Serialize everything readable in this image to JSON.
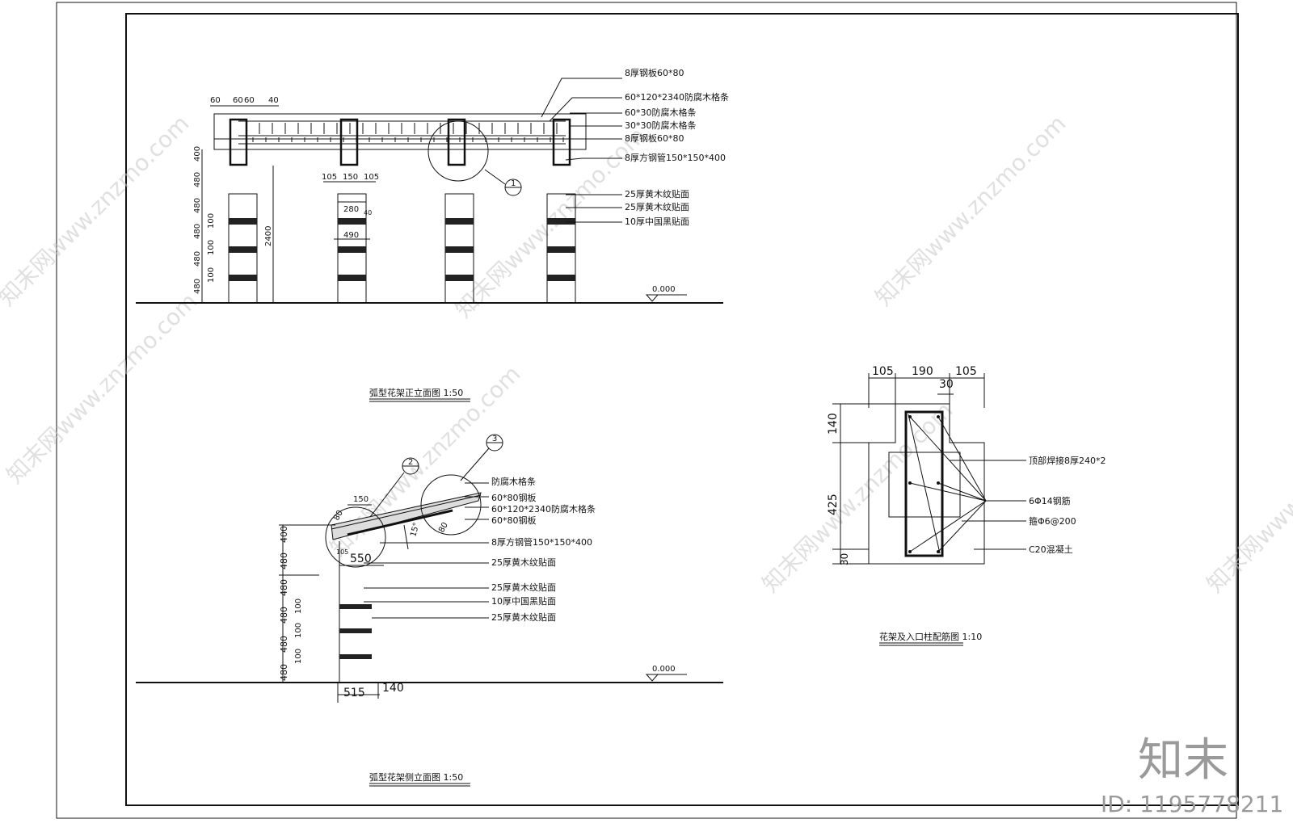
{
  "watermark": {
    "text": "知末网www.znzmo.com",
    "brand_logo": "知末",
    "id_label": "ID: 1195778211"
  },
  "front_view": {
    "title": "弧型花架正立面图 1:50",
    "top_dims": [
      "60",
      "60",
      "60",
      "40"
    ],
    "left_dims": [
      "400",
      "480",
      "480",
      "480",
      "480",
      "480"
    ],
    "side_dims": [
      "100",
      "100",
      "100"
    ],
    "total_height": "2400",
    "column_dims": [
      "105",
      "150",
      "105",
      "280",
      "490"
    ],
    "small_dim": "40",
    "level": "0.000",
    "detail_marker": "1",
    "callouts": [
      "8厚钢板60*80",
      "60*120*2340防腐木格条",
      "60*30防腐木格条",
      "30*30防腐木格条",
      "8厚钢板60*80",
      "8厚方钢管150*150*400",
      "25厚黄木纹贴面",
      "25厚黄木纹贴面",
      "10厚中国黑贴面"
    ]
  },
  "side_view": {
    "title": "弧型花架侧立面图 1:50",
    "markers": [
      "2",
      "3"
    ],
    "top_dims": [
      "150",
      "80",
      "80"
    ],
    "angle": "15°",
    "left_dims": [
      "400",
      "480",
      "480",
      "480",
      "480",
      "480"
    ],
    "side_dims": [
      "100",
      "100",
      "100"
    ],
    "dim_105": "105",
    "dim_550": "550",
    "bottom_dims": [
      "515",
      "140"
    ],
    "level": "0.000",
    "callouts": [
      "防腐木格条",
      "60*80钢板",
      "60*120*2340防腐木格条",
      "60*80钢板",
      "8厚方钢管150*150*400",
      "25厚黄木纹贴面",
      "25厚黄木纹贴面",
      "10厚中国黑贴面",
      "25厚黄木纹贴面"
    ]
  },
  "section": {
    "title": "花架及入口柱配筋图 1:10",
    "top_dims": [
      "105",
      "190",
      "105"
    ],
    "dim_30": "30",
    "left_dims": [
      "140",
      "425",
      "30"
    ],
    "callouts": [
      "顶部焊接8厚240*2",
      "6Φ14钢筋",
      "箍Φ6@200",
      "C20混凝土"
    ]
  }
}
